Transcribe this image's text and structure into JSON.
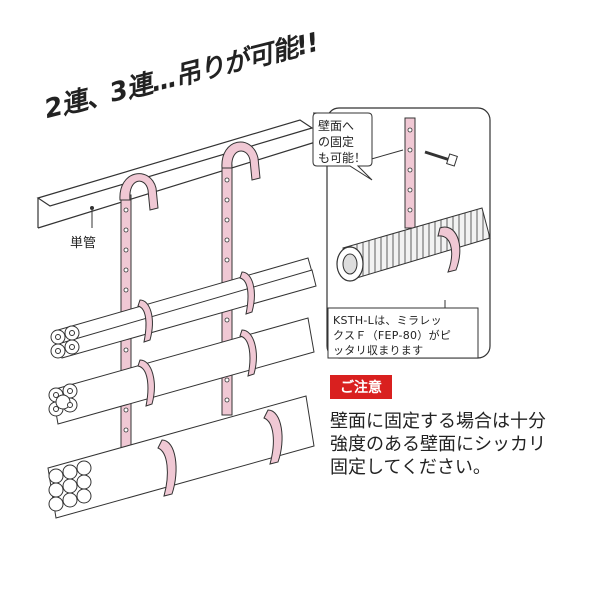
{
  "headline": "2連、3連…吊りが可能!!",
  "label_single_pipe": "単管",
  "wall_note": [
    "壁面へ",
    "の固定",
    "も可能！"
  ],
  "inset_caption": [
    "KSTH-Lは、ミラレッ",
    "クスＦ（FEP-80）がピ",
    "ッタリ収まります"
  ],
  "caution_label": "ご注意",
  "advice_lines": [
    "壁面に固定する場合は十分",
    "強度のある壁面にシッカリ",
    "固定してください。"
  ],
  "colors": {
    "hanger": "#f0c8d4",
    "caution_bg": "#d9201f",
    "line": "#333333"
  }
}
